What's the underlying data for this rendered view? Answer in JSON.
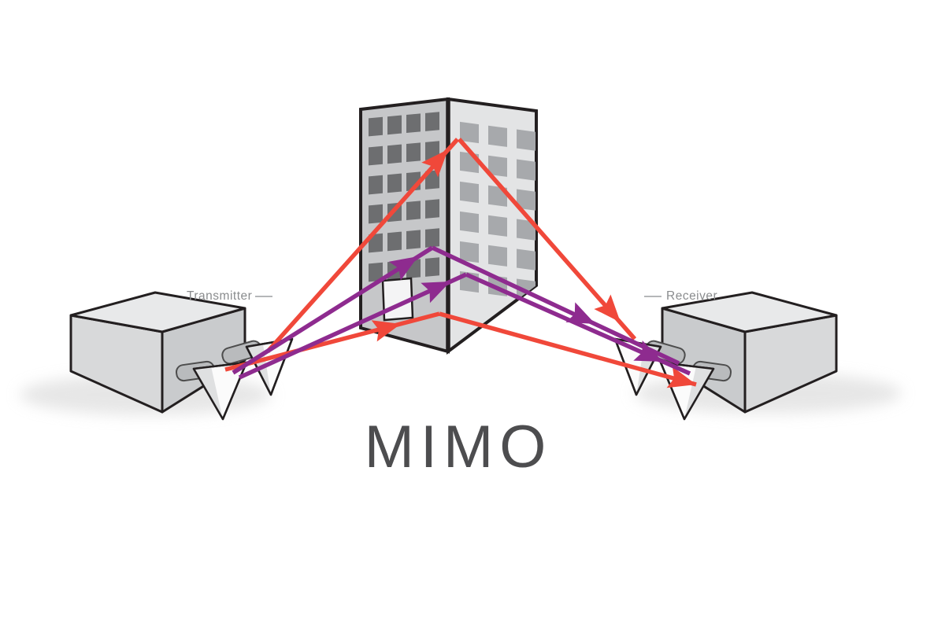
{
  "diagram": {
    "title": "MIMO",
    "transmitter": {
      "label": "Transmitter"
    },
    "receiver": {
      "label": "Receiver"
    },
    "building": {
      "left_face_windows": {
        "rows": 6,
        "cols": 4
      },
      "right_face_windows": {
        "rows": 6,
        "cols": 3
      },
      "has_door": true
    },
    "antennas": {
      "transmitter_horns": 2,
      "receiver_horns": 2
    },
    "signal_paths": [
      {
        "name": "red-path-upper",
        "color_key": "signal_red",
        "from": "transmitter-antenna",
        "bounce": "building-top",
        "to": "receiver-antenna"
      },
      {
        "name": "red-path-lower",
        "color_key": "signal_red",
        "from": "transmitter-antenna",
        "bounce": "building-front-low",
        "to": "receiver-antenna"
      },
      {
        "name": "purple-path-upper",
        "color_key": "signal_purple",
        "from": "transmitter-antenna",
        "bounce": "building-mid",
        "to": "receiver-antenna"
      },
      {
        "name": "purple-path-lower",
        "color_key": "signal_purple",
        "from": "transmitter-antenna",
        "bounce": "building-mid-low",
        "to": "receiver-antenna"
      }
    ],
    "colors": {
      "canvas_bg": "#FFFFFF",
      "signal_red": "#F0483A",
      "signal_purple": "#8E2B8F",
      "building_left_face": "#C6C7C9",
      "building_right_face": "#E3E4E5",
      "window_dark": "#6D6E70",
      "window_light": "#A7A9AC",
      "door_fill": "#F4F4F5",
      "box_top": "#E8E9EA",
      "box_front": "#D8D9DA",
      "box_side": "#C9CBCD",
      "stub_fill": "#B9BBBD",
      "stub_stroke": "#4D4D4D",
      "horn_body": "#FBFBFB",
      "horn_facet": "#DFE0E1",
      "outline": "#231F20",
      "shadow": "#D3D3D3",
      "label_text": "#8A8C8E",
      "label_dash": "#B5B7B9",
      "title_text": "#4D4D4F"
    }
  }
}
